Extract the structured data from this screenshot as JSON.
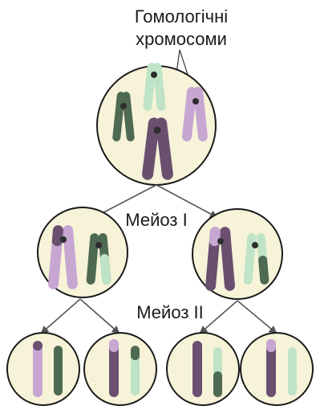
{
  "labels": {
    "homologous_line1": "Гомологічні",
    "homologous_line2": "хромосоми",
    "meiosis1": "Мейоз I",
    "meiosis2": "Мейоз II"
  },
  "colors": {
    "cell_fill": "#f6f3d9",
    "cell_stroke": "#1a1a1a",
    "dark_purple": "#6a4f6f",
    "light_purple": "#c7a6d2",
    "dark_green": "#4f6a52",
    "light_green": "#bfe3c6",
    "centromere": "#2e2e2e",
    "arrow": "#555555"
  }
}
